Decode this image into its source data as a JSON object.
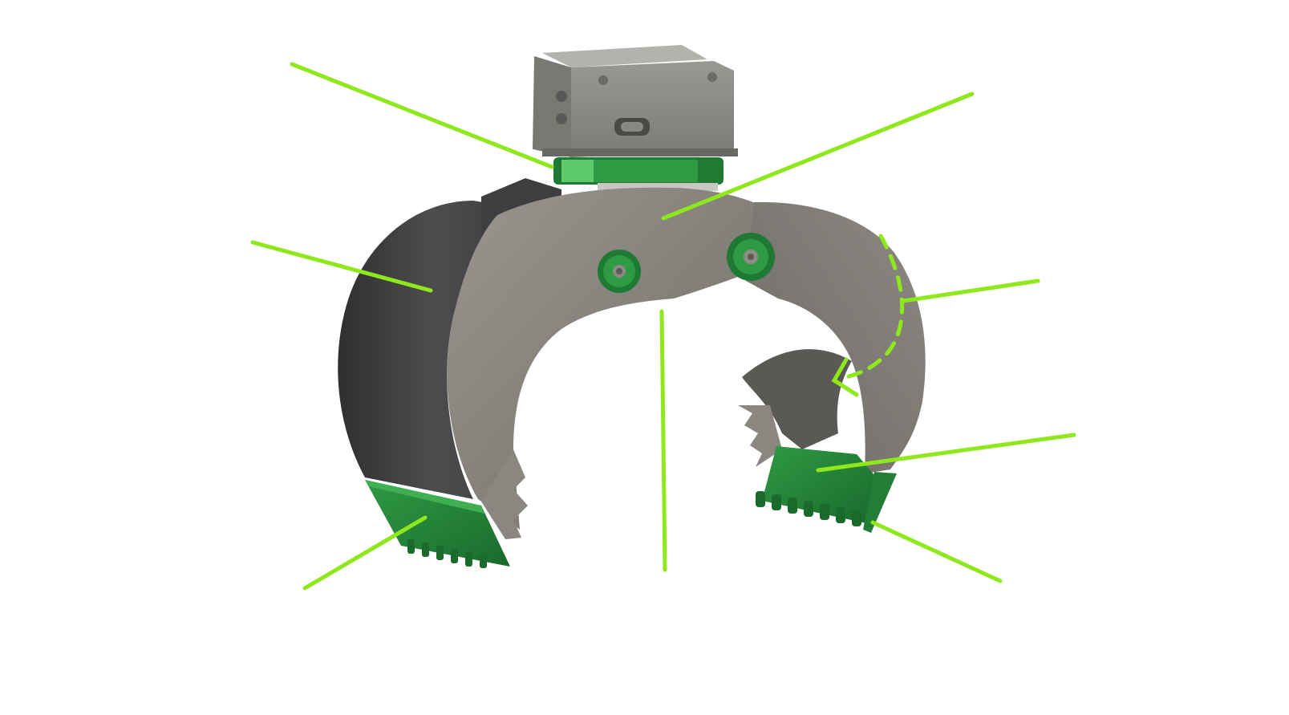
{
  "diagram": {
    "subject": "grapple",
    "colors": {
      "background": "#ffffff",
      "callout": "#8ee81c",
      "accent_green_dark": "#1e7a32",
      "accent_green": "#2f9a44",
      "accent_green_light": "#5fca6a",
      "body_grey": "#827e78",
      "body_grey_light": "#9a968f",
      "body_grey_dark": "#6d6a65",
      "jaw_dark": "#3c3c3e",
      "jaw_mid": "#4d4d50",
      "bracket_grey": "#8a8885"
    },
    "callouts": [
      {
        "id": "rotator-ring"
      },
      {
        "id": "central-body"
      },
      {
        "id": "left-jaw-shell"
      },
      {
        "id": "jaw-rotation-path"
      },
      {
        "id": "center-opening"
      },
      {
        "id": "right-wear-plate"
      },
      {
        "id": "left-cutting-edge"
      },
      {
        "id": "right-cutting-edge-tip"
      }
    ],
    "callout_markers": 8
  }
}
